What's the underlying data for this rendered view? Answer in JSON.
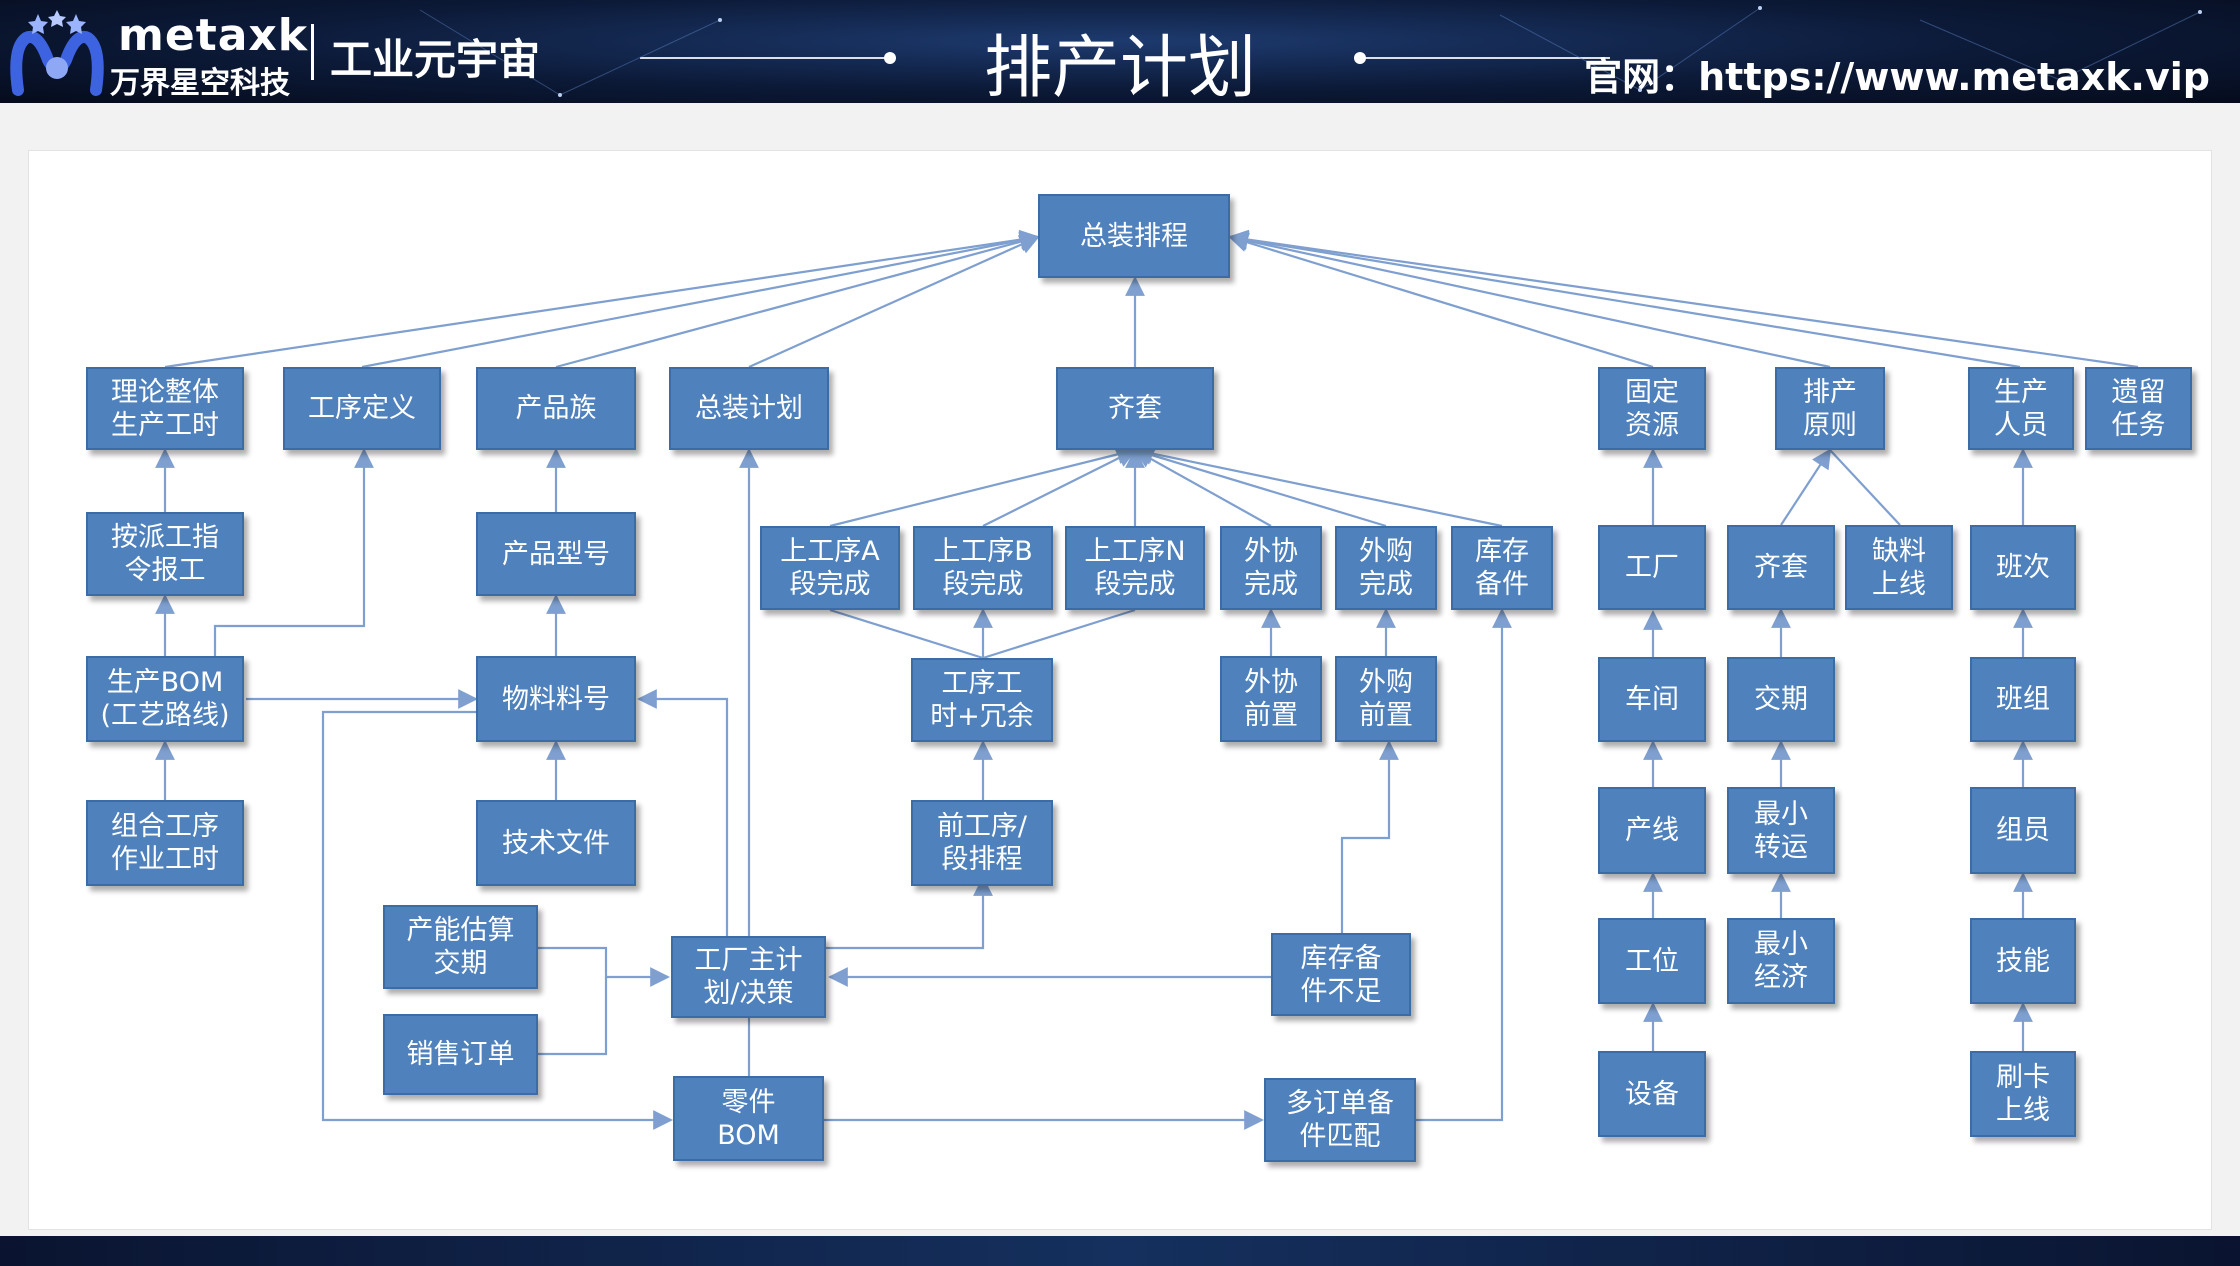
{
  "header": {
    "brand_name": "metaxk",
    "brand_sub": "万界星空科技",
    "tagline": "工业元宇宙",
    "title": "排产计划",
    "website": "官网：https://www.metaxk.vip"
  },
  "colors": {
    "node_fill": "#4f81bd",
    "node_border": "#3c6ca6",
    "connector": "#7e9fcf",
    "header_bg": "#0c1a38",
    "logo_blue": "#3d63e0"
  },
  "icons": [
    "metaxk-logo-icon",
    "arrow-icon"
  ],
  "diagram": {
    "nodes": {
      "assembly_schedule": "总装排程",
      "theory_total_time": "理论整体\n生产工时",
      "process_definition": "工序定义",
      "product_family": "产品族",
      "assembly_plan": "总装计划",
      "kitting": "齐套",
      "fixed_resources": "固定\n资源",
      "scheduling_rules": "排产\n原则",
      "production_staff": "生产\n人员",
      "leftover_tasks": "遗留\n任务",
      "dispatch_report": "按派工指\n令报工",
      "product_model": "产品型号",
      "upstream_a": "上工序A\n段完成",
      "upstream_b": "上工序B\n段完成",
      "upstream_n": "上工序N\n段完成",
      "outsource_done": "外协\n完成",
      "purchase_done": "外购\n完成",
      "spare_stock": "库存\n备件",
      "factory": "工厂",
      "kitting_right": "齐套",
      "shortage_online": "缺料\n上线",
      "shift": "班次",
      "production_bom": "生产BOM\n(工艺路线)",
      "material_number": "物料料号",
      "process_time_redundancy": "工序工\n时+冗余",
      "outsource_lead": "外协\n前置",
      "purchase_lead": "外购\n前置",
      "workshop": "车间",
      "delivery_date": "交期",
      "team": "班组",
      "combined_process_time": "组合工序\n作业工时",
      "tech_docs": "技术文件",
      "pre_process_schedule": "前工序/\n段排程",
      "production_line": "产线",
      "min_transport": "最小\n转运",
      "member": "组员",
      "capacity_estimate": "产能估算\n交期",
      "factory_master_plan": "工厂主计\n划/决策",
      "stock_shortage": "库存备\n件不足",
      "workstation": "工位",
      "min_economic": "最小\n经济",
      "skill": "技能",
      "sales_order": "销售订单",
      "parts_bom": "零件\nBOM",
      "multi_order_match": "多订单备\n件匹配",
      "equipment": "设备",
      "card_online": "刷卡\n上线"
    }
  }
}
